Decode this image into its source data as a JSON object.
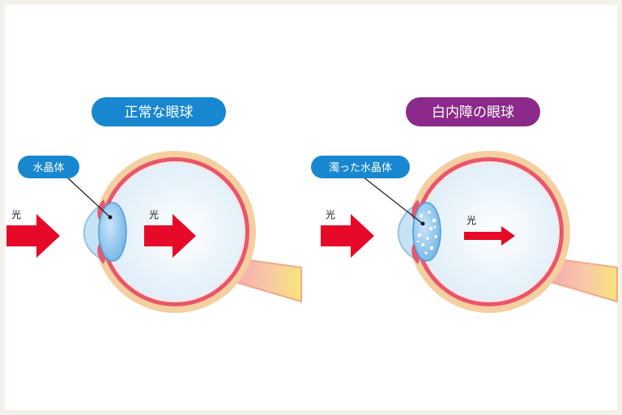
{
  "panels": [
    {
      "title": "正常な眼球",
      "title_color": "#1787cf",
      "callout": "水晶体",
      "light_outside": "光",
      "light_inside": "光"
    },
    {
      "title": "白内障の眼球",
      "title_color": "#8b2a8a",
      "callout": "濁った水晶体",
      "light_outside": "光",
      "light_inside": "光"
    }
  ],
  "colors": {
    "callout_bg": "#1787cf",
    "arrow_red": "#e60a28",
    "sclera_outer": "#f4cfa0",
    "choroid_red": "#e9566a",
    "eye_inner": "#e8f4fb",
    "lens": "#8fc4ea",
    "cornea": "#c7e2f5",
    "optic_nerve": "#f6e07a"
  },
  "icons": {
    "arrow": "arrow-right-icon",
    "eyeball": "eyeball-icon",
    "leader": "leader-line-icon"
  }
}
